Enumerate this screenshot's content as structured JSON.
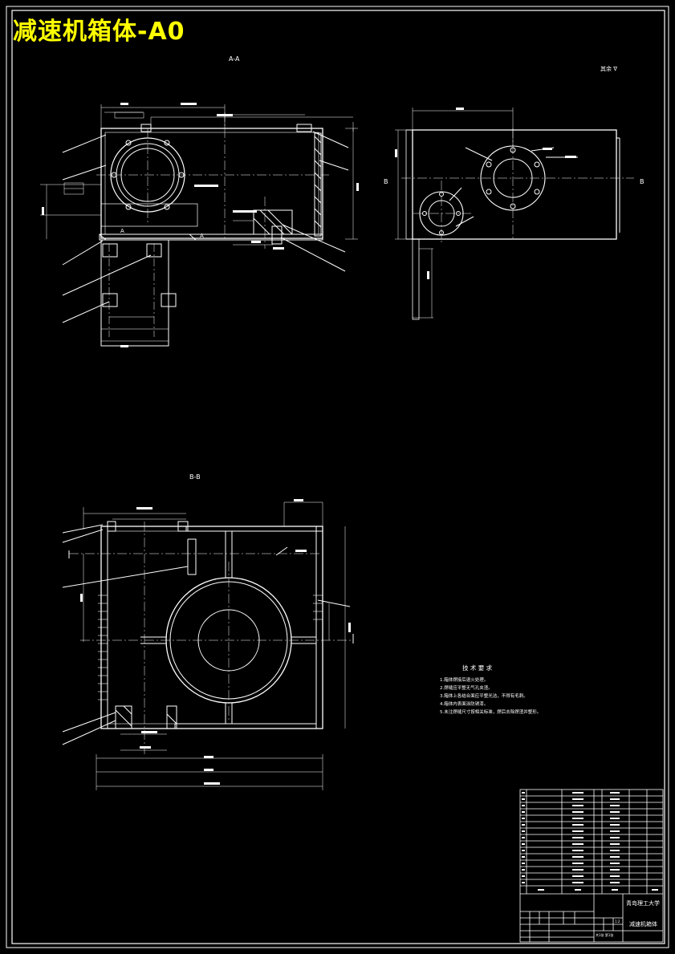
{
  "drawing": {
    "title": "减速机箱体-A0",
    "section_aa_label": "A-A",
    "section_bb_label": "B-B",
    "view_label_b_left": "B",
    "view_label_b_right": "B",
    "roughness_note": "其余 ∇",
    "section_marker_a_top": "A",
    "section_marker_a_bottom": "A"
  },
  "tech_requirements": {
    "heading": "技 术 要 求",
    "items": [
      "1.箱体焊接后退火处理。",
      "2.焊缝应平整无气孔夹渣。",
      "3.箱体上各结合面应平整光洁，不得有毛刺。",
      "4.箱体内表面涂防锈漆。",
      "5.未注焊缝尺寸按相关标准，焊后去除焊渣并整形。"
    ]
  },
  "title_block": {
    "organization": "青岛理工大学",
    "drawing_name": "减速机箱体",
    "scale": "1:2",
    "sheet": "共1张 第1张"
  },
  "colors": {
    "background": "#000000",
    "outline": "#ffffff",
    "centerline": "#ffffff",
    "dimension": "#ffffff",
    "title": "#ffff00",
    "hatch": "#ffffff"
  }
}
